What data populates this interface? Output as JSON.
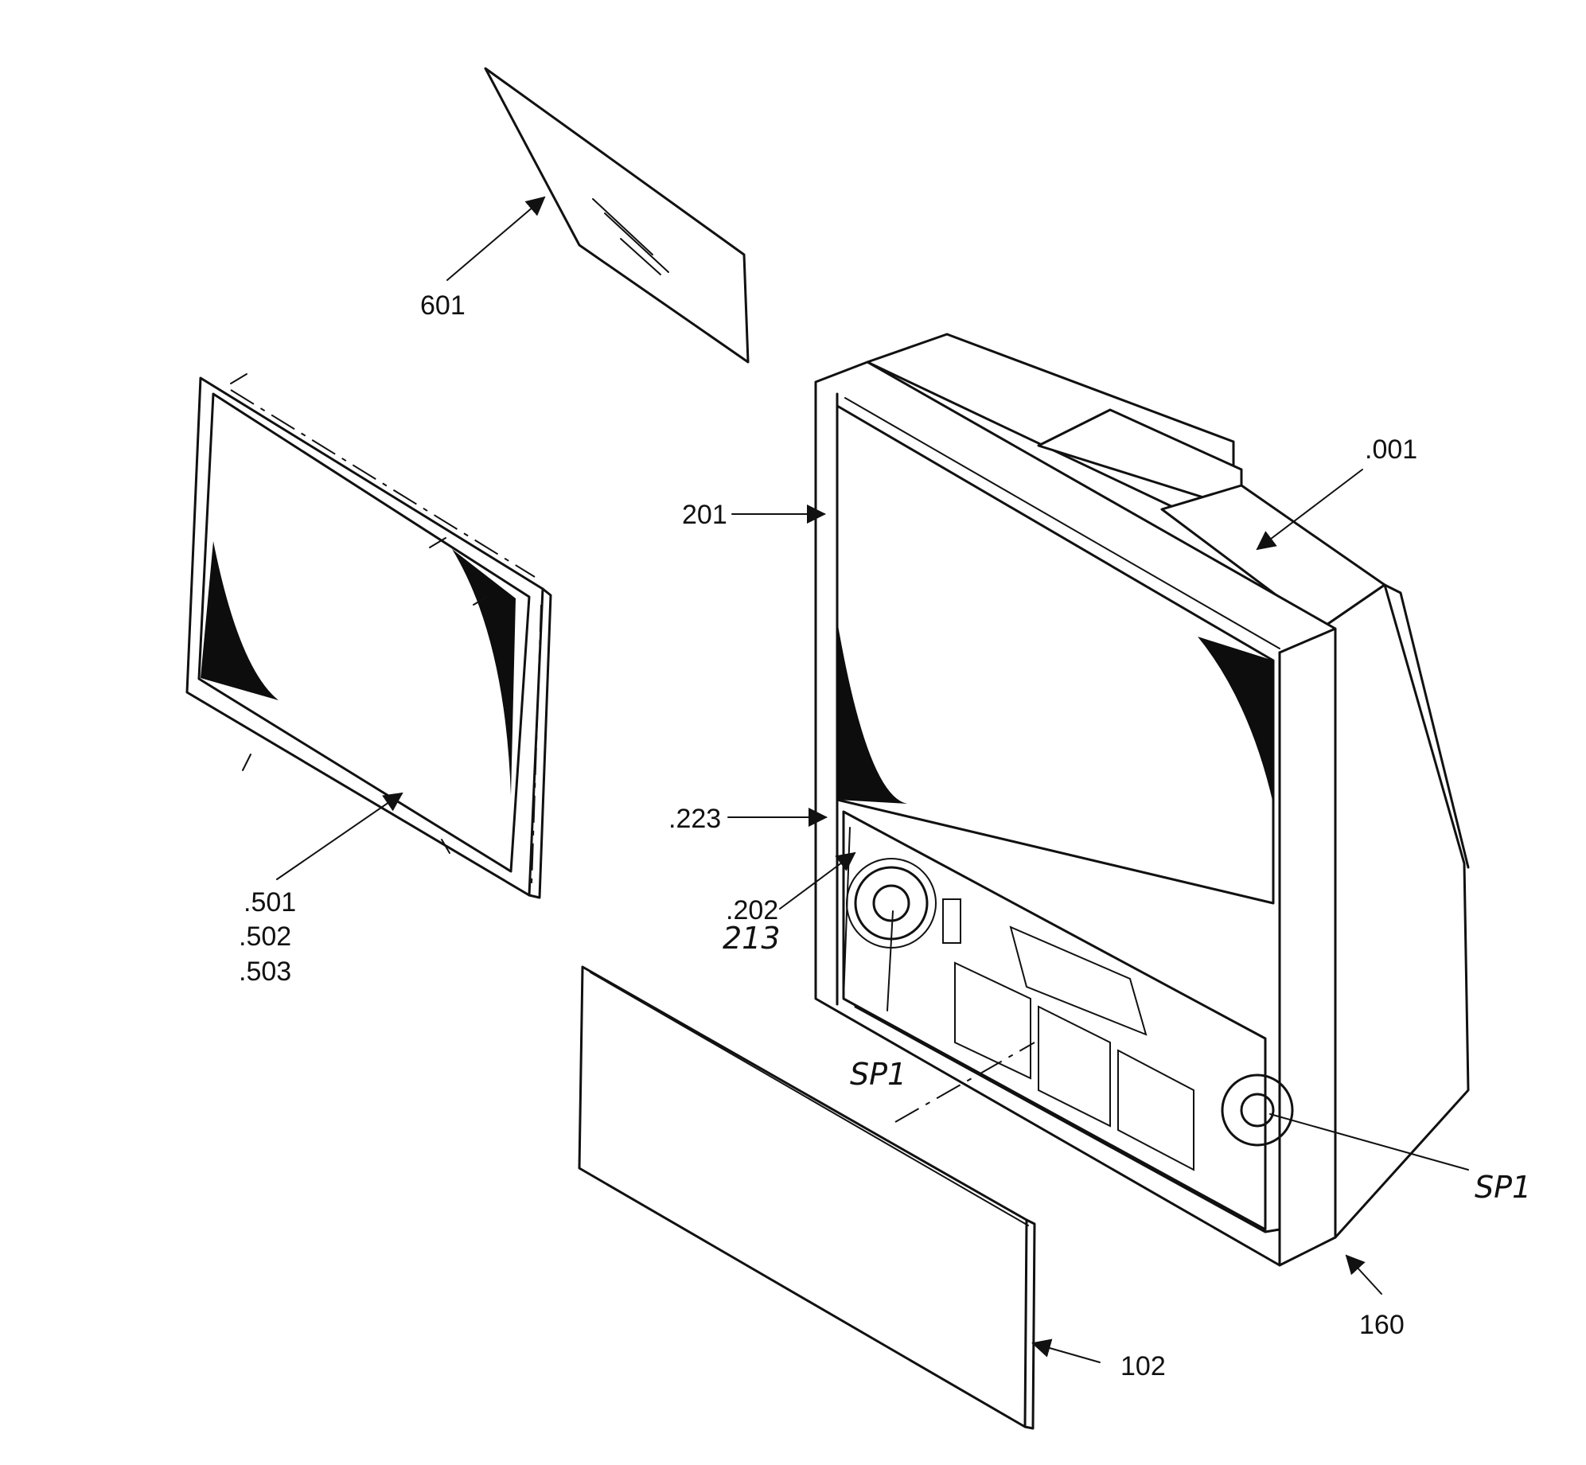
{
  "callouts": {
    "c601": "601",
    "c001": ".001",
    "c201": "201",
    "c223": ".223",
    "c202": ".202",
    "c213": "213",
    "c501": ".501",
    "c502": ".502",
    "c503": ".503",
    "csp1a": "SP1",
    "csp1b": "SP1",
    "c160": "160",
    "c102": "102"
  }
}
